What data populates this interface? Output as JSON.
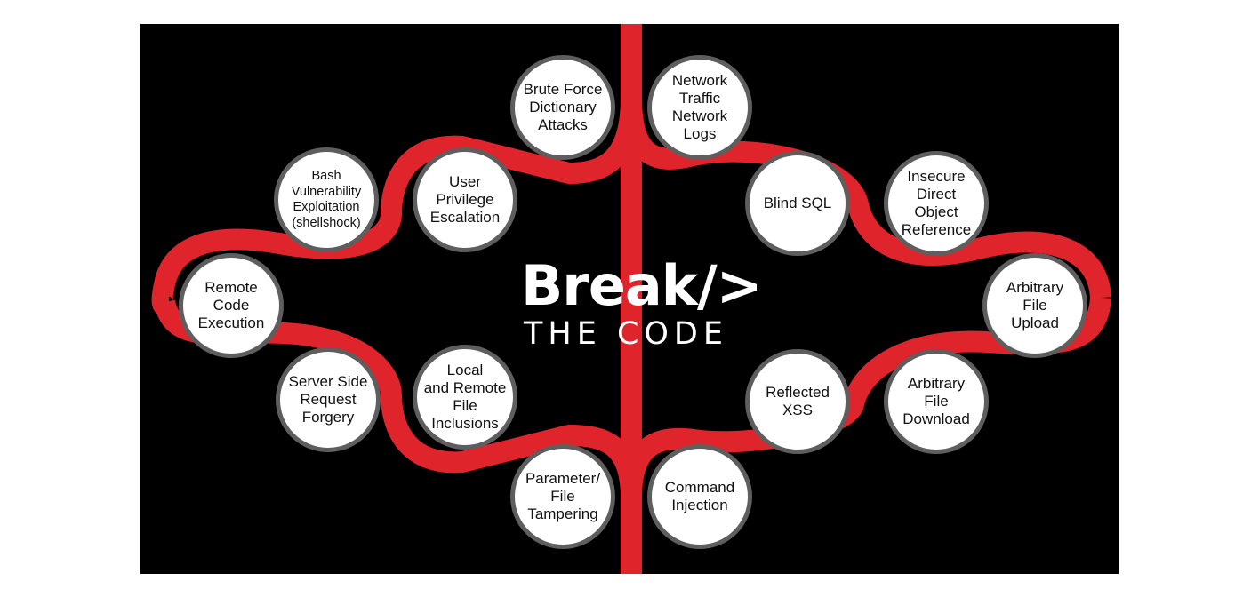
{
  "logo": {
    "line1": "Break/>",
    "line2": "THE CODE"
  },
  "colors": {
    "track": "#e0242b",
    "background": "#000000",
    "node_fill": "#ffffff",
    "node_ring": "#5e5e5e"
  },
  "nodes": [
    {
      "id": "brute-force",
      "label": "Brute Force\nDictionary\nAttacks"
    },
    {
      "id": "network-traffic",
      "label": "Network\nTraffic\nNetwork\nLogs"
    },
    {
      "id": "bash",
      "label": "Bash\nVulnerability\nExploitation\n(shellshock)"
    },
    {
      "id": "user-privilege",
      "label": "User\nPrivilege\nEscalation"
    },
    {
      "id": "blind-sql",
      "label": "Blind SQL"
    },
    {
      "id": "idor",
      "label": "Insecure\nDirect Object\nReference"
    },
    {
      "id": "rce",
      "label": "Remote Code\nExecution"
    },
    {
      "id": "file-upload",
      "label": "Arbitrary File\nUpload"
    },
    {
      "id": "ssrf",
      "label": "Server Side\nRequest\nForgery"
    },
    {
      "id": "lfi-rfi",
      "label": "Local\nand Remote\nFile\nInclusions"
    },
    {
      "id": "reflected-xss",
      "label": "Reflected\nXSS"
    },
    {
      "id": "file-download",
      "label": "Arbitrary File\nDownload"
    },
    {
      "id": "param-tampering",
      "label": "Parameter/\nFile\nTampering"
    },
    {
      "id": "command-injection",
      "label": "Command\nInjection"
    }
  ]
}
